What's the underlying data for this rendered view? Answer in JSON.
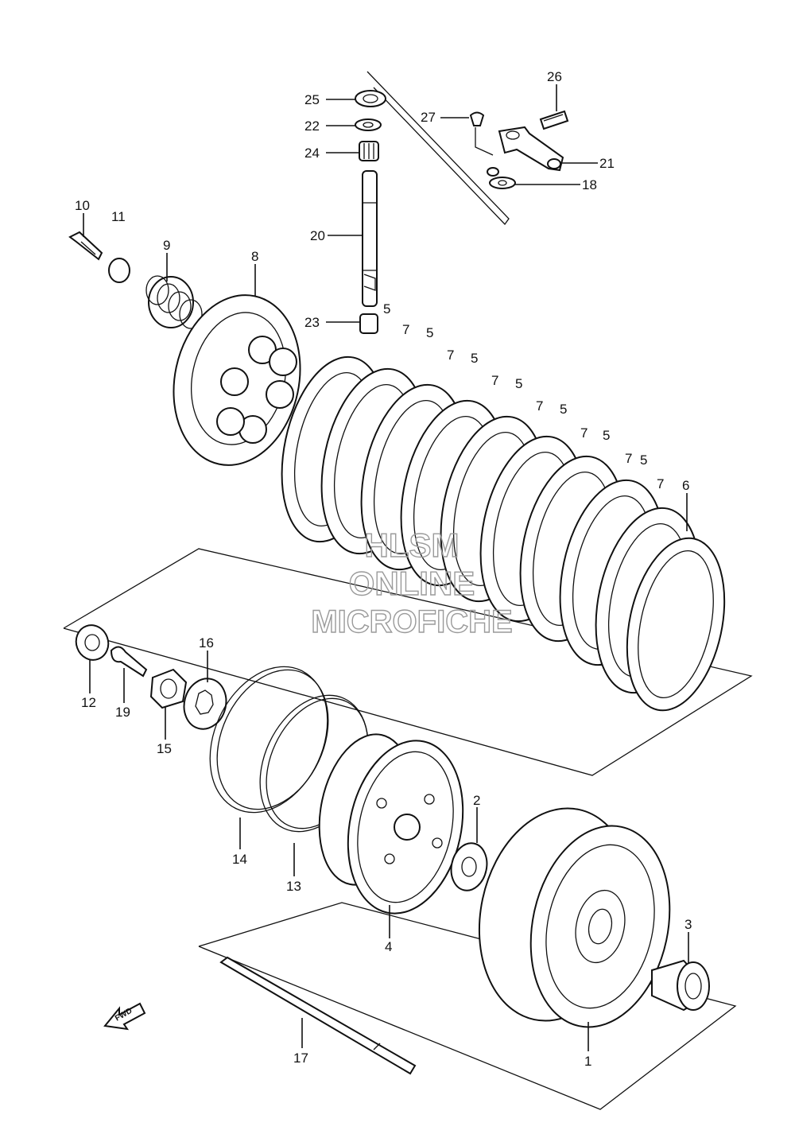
{
  "watermark": {
    "line1": "HLSM",
    "line2": "ONLINE",
    "line3": "MICROFICHE"
  },
  "direction_label": "FWD",
  "parts": [
    {
      "id": "p1",
      "ref": "1"
    },
    {
      "id": "p2",
      "ref": "2"
    },
    {
      "id": "p3",
      "ref": "3"
    },
    {
      "id": "p4",
      "ref": "4"
    },
    {
      "id": "p5",
      "ref": "5"
    },
    {
      "id": "p6",
      "ref": "6"
    },
    {
      "id": "p7",
      "ref": "7"
    },
    {
      "id": "p8",
      "ref": "8"
    },
    {
      "id": "p9",
      "ref": "9"
    },
    {
      "id": "p10",
      "ref": "10"
    },
    {
      "id": "p11",
      "ref": "11"
    },
    {
      "id": "p12",
      "ref": "12"
    },
    {
      "id": "p13",
      "ref": "13"
    },
    {
      "id": "p14",
      "ref": "14"
    },
    {
      "id": "p15",
      "ref": "15"
    },
    {
      "id": "p16",
      "ref": "16"
    },
    {
      "id": "p17",
      "ref": "17"
    },
    {
      "id": "p18",
      "ref": "18"
    },
    {
      "id": "p19",
      "ref": "19"
    },
    {
      "id": "p20",
      "ref": "20"
    },
    {
      "id": "p21",
      "ref": "21"
    },
    {
      "id": "p22",
      "ref": "22"
    },
    {
      "id": "p23",
      "ref": "23"
    },
    {
      "id": "p24",
      "ref": "24"
    },
    {
      "id": "p25",
      "ref": "25"
    },
    {
      "id": "p26",
      "ref": "26"
    },
    {
      "id": "p27",
      "ref": "27"
    }
  ],
  "plate_stack_labels": {
    "friction": "5",
    "steel": "7"
  }
}
